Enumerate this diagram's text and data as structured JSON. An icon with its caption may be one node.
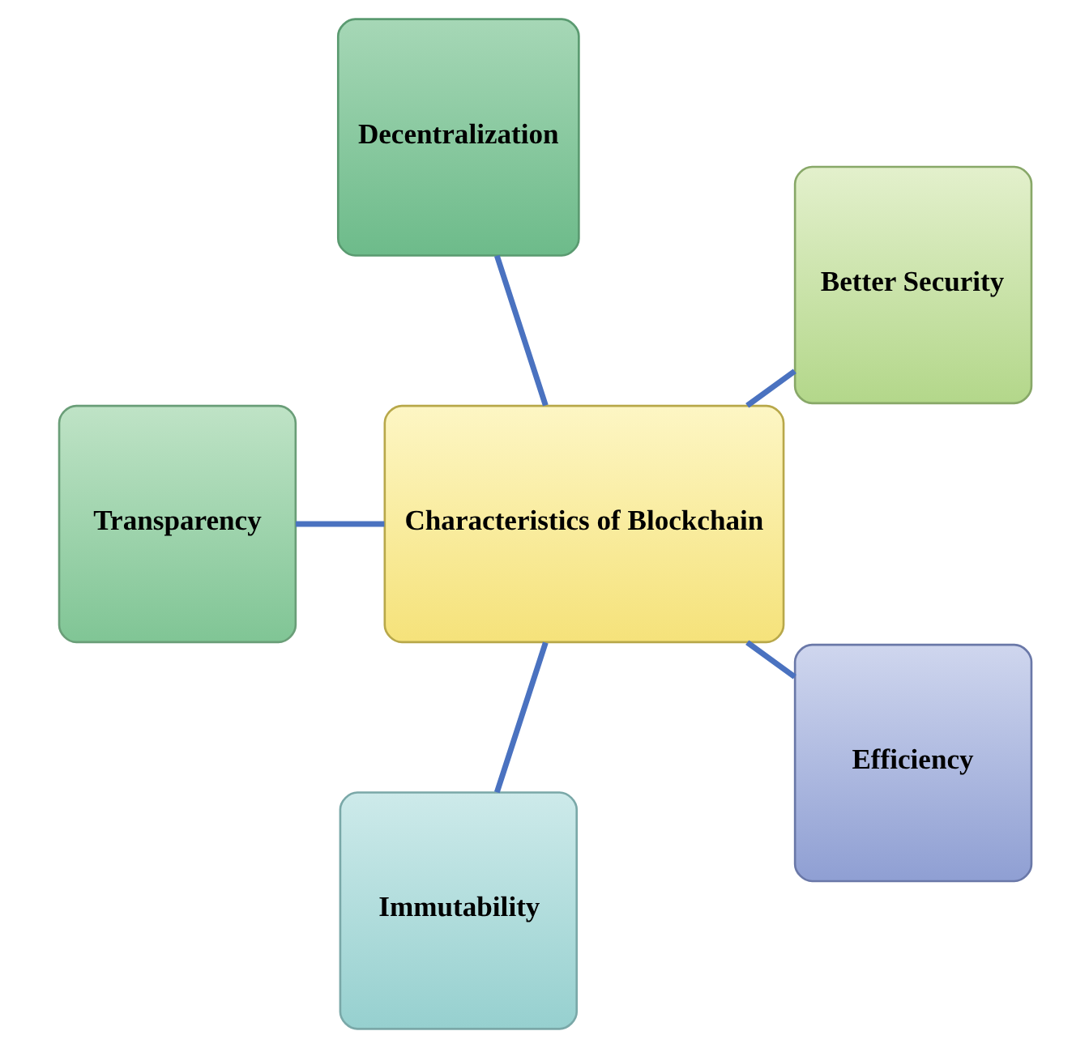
{
  "diagram": {
    "nodes": [
      {
        "text": [
          "Characteristics of Blockchain"
        ]
      },
      {
        "text": [
          "Better Security"
        ]
      },
      {
        "text": [
          "Decentralization"
        ]
      },
      {
        "text": [
          "Transparency"
        ]
      },
      {
        "text": [
          "Immutability"
        ]
      },
      {
        "text": [
          "Efficiency"
        ]
      }
    ],
    "edges": [
      {
        "from": 0,
        "to": 1,
        "arrow": "none"
      },
      {
        "from": 0,
        "to": 2,
        "arrow": "none"
      },
      {
        "from": 0,
        "to": 3,
        "arrow": "none"
      },
      {
        "from": 0,
        "to": 4,
        "arrow": "none"
      },
      {
        "from": 0,
        "to": 5,
        "arrow": "none"
      }
    ]
  }
}
